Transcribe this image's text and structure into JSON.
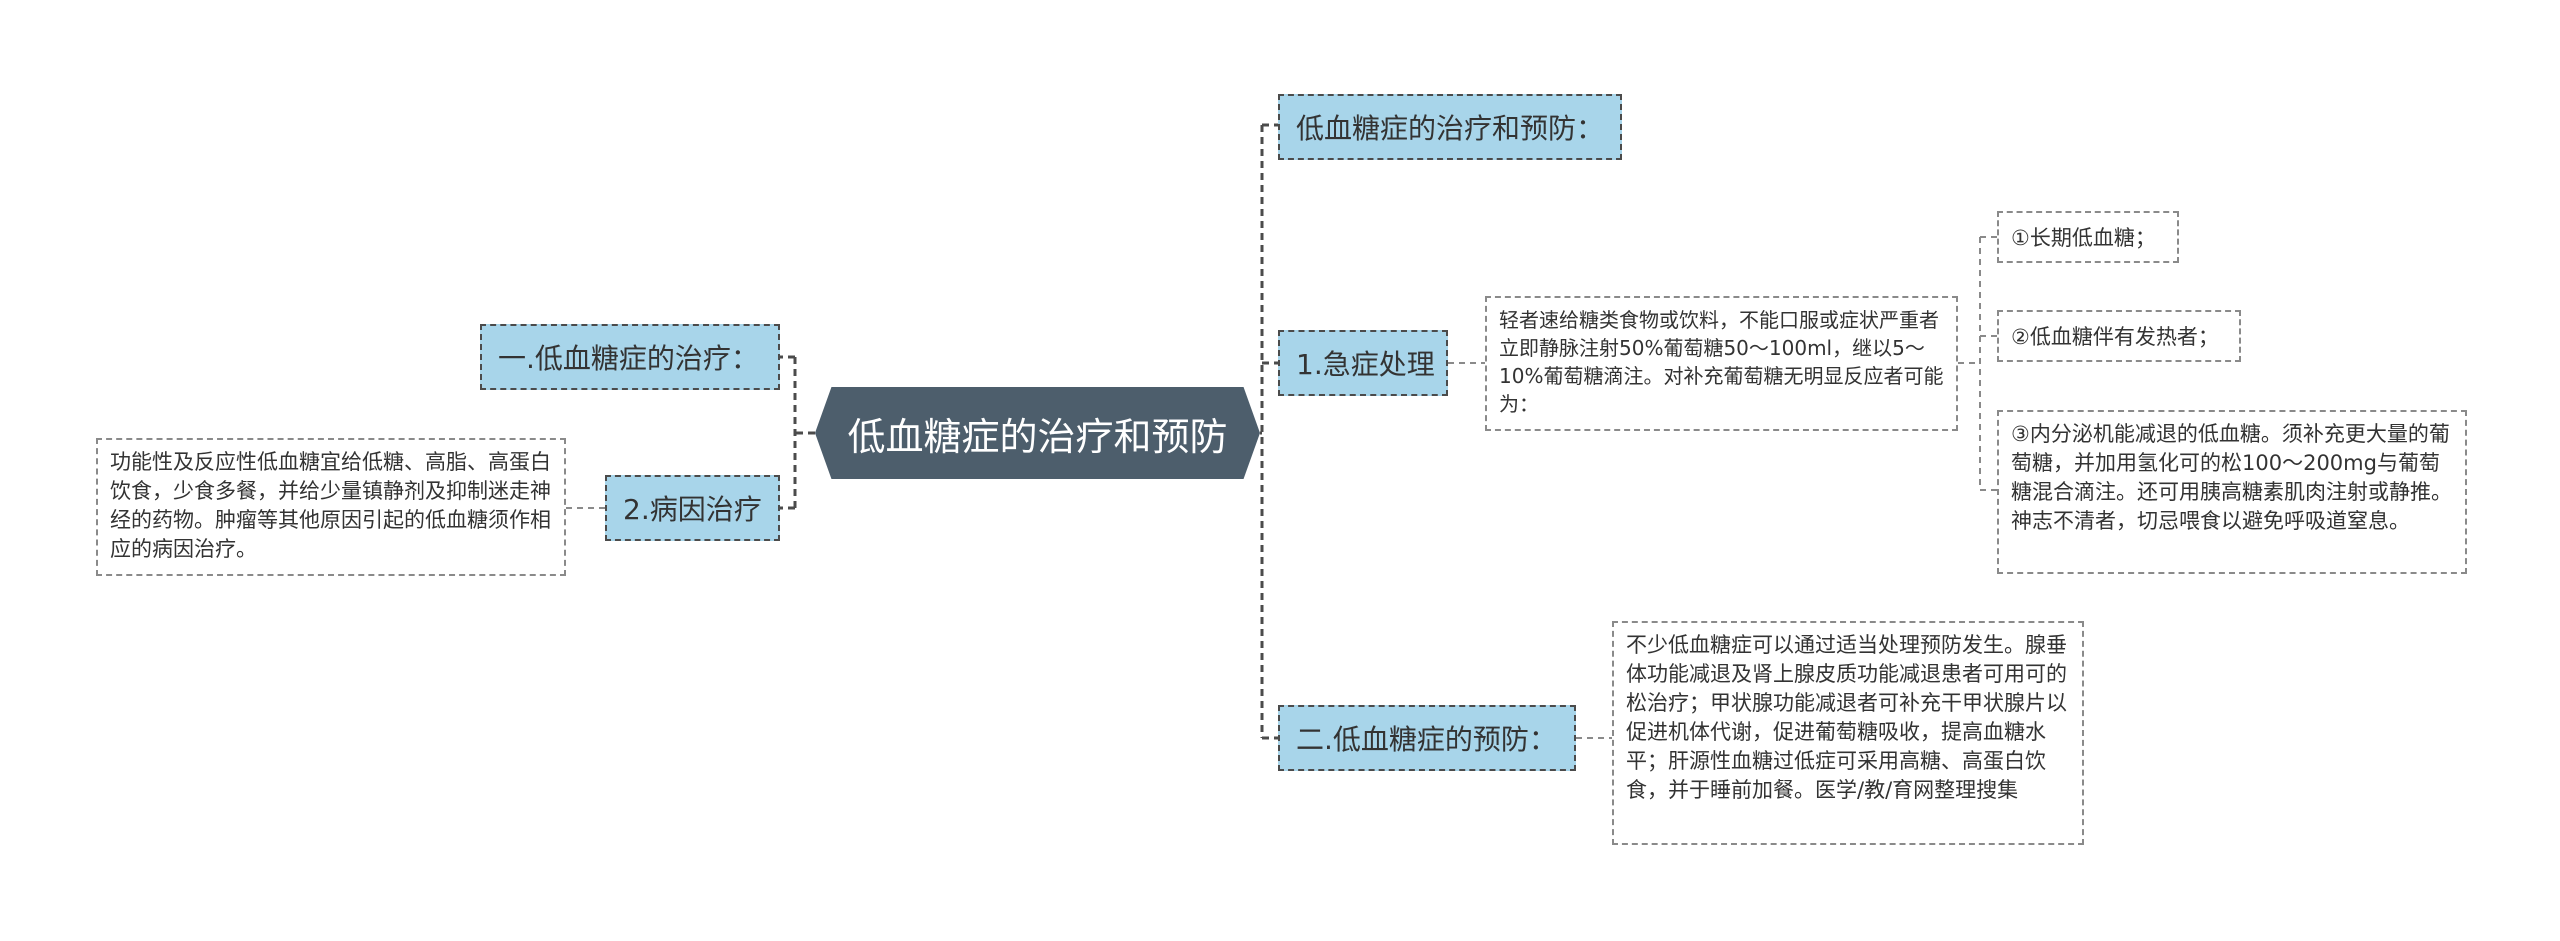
{
  "root": {
    "title": "低血糖症的治疗和预防"
  },
  "left": {
    "treatment_title": "一.低血糖症的治疗：",
    "cause_treatment": "2.病因治疗",
    "cause_treatment_text": "功能性及反应性低血糖宜给低糖、高脂、高蛋白饮食，少食多餐，并给少量镇静剂及抑制迷走神经的药物。肿瘤等其他原因引起的低血糖须作相应的病因治疗。"
  },
  "right": {
    "header": "低血糖症的治疗和预防：",
    "emergency": "1.急症处理",
    "emergency_text": "轻者速给糖类食物或饮料，不能口服或症状严重者立即静脉注射50%葡萄糖50～100ml，继以5～10%葡萄糖滴注。对补充葡萄糖无明显反应者可能为：",
    "item1": "①长期低血糖；",
    "item2": "②低血糖伴有发热者；",
    "item3": "③内分泌机能减退的低血糖。须补充更大量的葡萄糖，并加用氢化可的松100～200mg与葡萄糖混合滴注。还可用胰高糖素肌肉注射或静推。神志不清者，切忌喂食以避免呼吸道窒息。",
    "prevention": "二.低血糖症的预防：",
    "prevention_text": "不少低血糖症可以通过适当处理预防发生。腺垂体功能减退及肾上腺皮质功能减退患者可用可的松治疗；甲状腺功能减退者可补充干甲状腺片以促进机体代谢，促进葡萄糖吸收，提高血糖水平；肝源性血糖过低症可采用高糖、高蛋白饮食，并于睡前加餐。医学/教/育网整理搜集"
  }
}
